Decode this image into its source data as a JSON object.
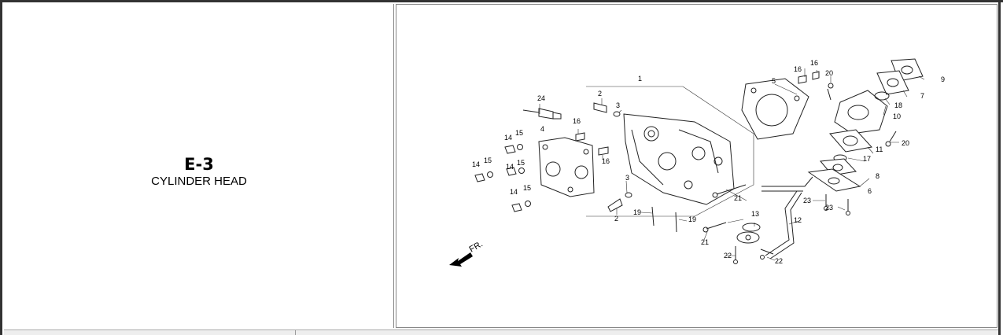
{
  "section": {
    "code": "E-3",
    "title": "CYLINDER HEAD"
  },
  "diagram": {
    "direction_label": "FR.",
    "callouts": [
      "1",
      "2",
      "2",
      "3",
      "3",
      "4",
      "5",
      "6",
      "7",
      "8",
      "9",
      "10",
      "11",
      "12",
      "13",
      "14",
      "14",
      "14",
      "14",
      "15",
      "15",
      "15",
      "15",
      "16",
      "16",
      "16",
      "16",
      "17",
      "18",
      "19",
      "19",
      "20",
      "20",
      "21",
      "21",
      "22",
      "22",
      "23",
      "23",
      "24"
    ]
  }
}
